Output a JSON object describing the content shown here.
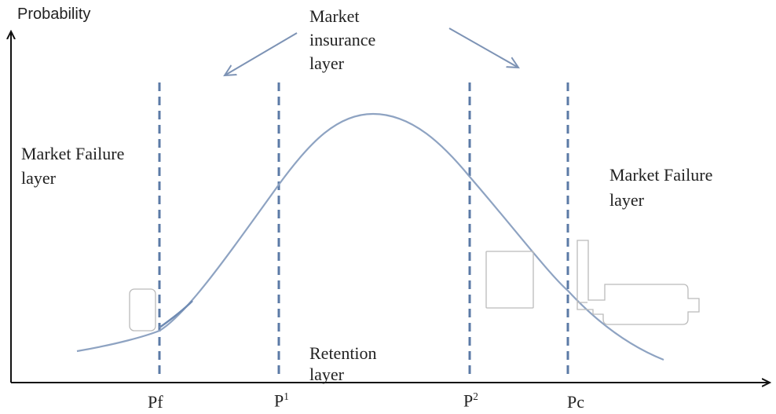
{
  "y_axis_label": "Probability",
  "top_label": [
    "Market",
    "insurance",
    "layer"
  ],
  "left_label": [
    "Market Failure",
    "layer"
  ],
  "right_label": [
    "Market Failure",
    "layer"
  ],
  "bottom_label": [
    "Retention",
    "layer"
  ],
  "x_ticks": {
    "pf": "Pf",
    "p1_base": "P",
    "p1_sup": "1",
    "p2_base": "P",
    "p2_sup": "2",
    "pc": "Pc"
  },
  "colors": {
    "axis": "#111111",
    "curve": "#8ea3c2",
    "dashes": "#5b7aa6",
    "arrows": "#7d93b5",
    "outline": "#bbbbbb"
  }
}
